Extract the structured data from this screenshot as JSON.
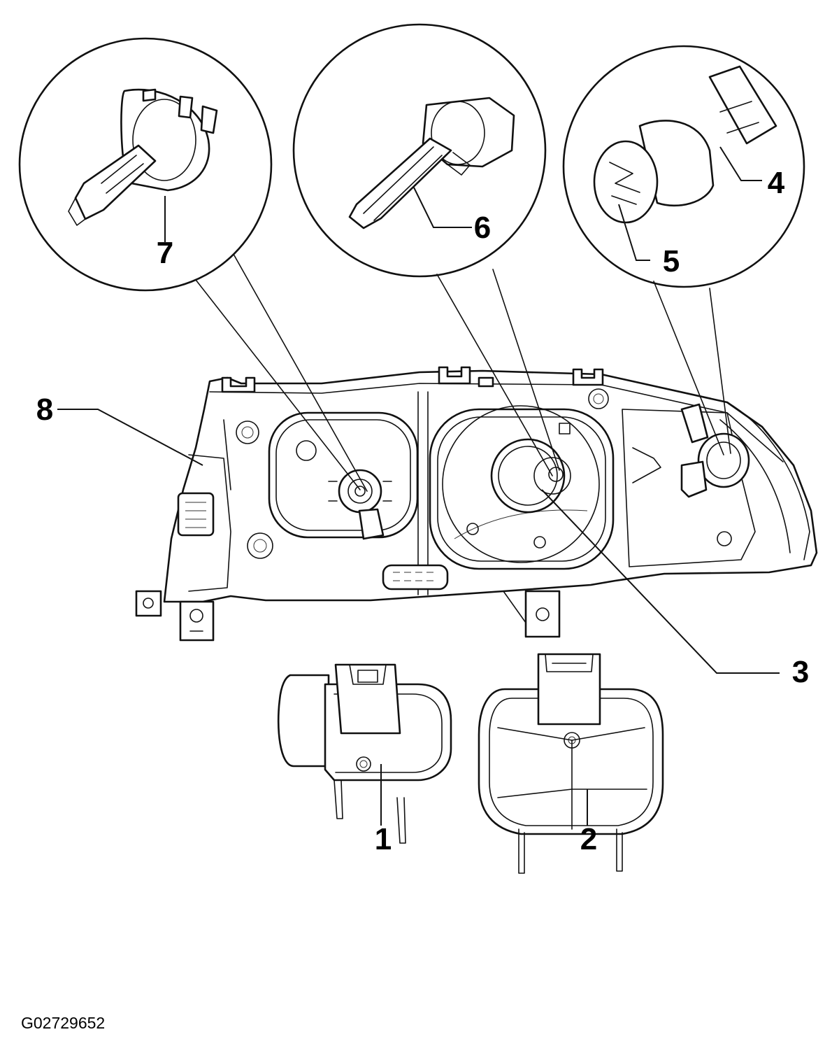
{
  "callouts": [
    {
      "id": "1",
      "label": "1"
    },
    {
      "id": "2",
      "label": "2"
    },
    {
      "id": "3",
      "label": "3"
    },
    {
      "id": "4",
      "label": "4"
    },
    {
      "id": "5",
      "label": "5"
    },
    {
      "id": "6",
      "label": "6"
    },
    {
      "id": "7",
      "label": "7"
    },
    {
      "id": "8",
      "label": "8"
    }
  ],
  "figure_code": "G02729652",
  "colors": {
    "line": "#111111",
    "background": "#ffffff"
  }
}
